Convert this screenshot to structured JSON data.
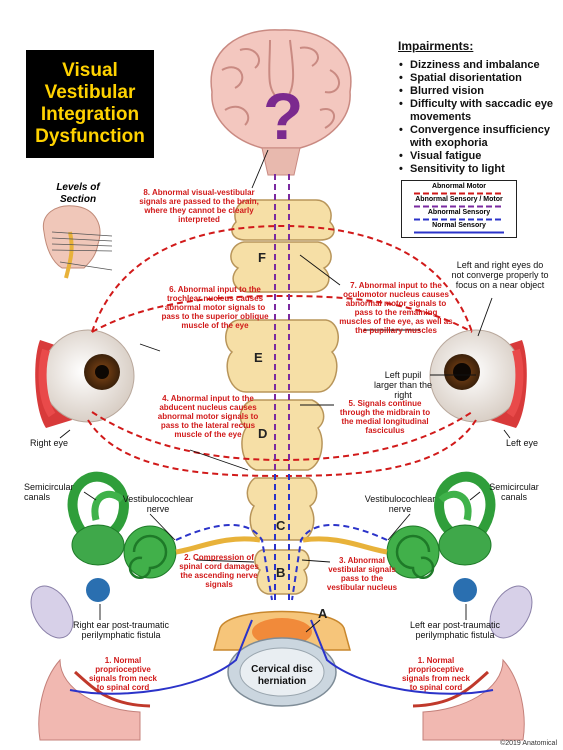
{
  "title": [
    "Visual",
    "Vestibular",
    "Integration",
    "Dysfunction"
  ],
  "impairments": {
    "heading": "Impairments:",
    "items": [
      "Dizziness and imbalance",
      "Spatial disorientation",
      "Blurred vision",
      "Difficulty with saccadic eye movements",
      "Convergence insufficiency with exophoria",
      "Visual fatigue",
      "Sensitivity to light"
    ]
  },
  "legend": [
    "Abnormal Motor",
    "Abnormal Sensory / Motor",
    "Abnormal Sensory",
    "Normal Sensory"
  ],
  "colors": {
    "abnormal": "#d11a1a",
    "sensory_motor": "#7a2aa0",
    "sensory": "#2b33c9",
    "title_text": "#ffd200"
  },
  "levels_of_section": "Levels of Section",
  "question_mark": "?",
  "levels": [
    "F",
    "E",
    "D",
    "C",
    "B",
    "A"
  ],
  "notes": {
    "n1_left": "1. Normal proprioceptive signals from neck to spinal cord",
    "n1_right": "1. Normal proprioceptive signals from neck to spinal cord",
    "n2": "2. Compression of spinal cord damages the ascending nerve signals",
    "n3": "3. Abnormal vestibular signals pass to the vestibular nucleus",
    "n4": "4. Abnormal input to the abducent nucleus causes abnormal motor signals to pass to the lateral rectus muscle of the eye",
    "n5": "5. Signals continue through the midbrain to the medial longitudinal fasciculus",
    "n6": "6. Abnormal input to the trochlear nucleus causes abnormal motor signals to pass to the superior oblique muscle of the eye",
    "n7": "7. Abnormal input to the oculomotor nucleus causes abnormal motor signals to pass to the remaining muscles of the eye, as well as the pupillary muscles",
    "n8": "8. Abnormal visual-vestibular signals are passed to the brain, where they cannot be clearly interpreted"
  },
  "labels": {
    "right_eye": "Right eye",
    "left_eye": "Left eye",
    "eyes_converge": "Left and right eyes do not converge properly to focus on a near object",
    "pupil": "Left pupil larger than the right",
    "semi_left": "Semicircular canals",
    "semi_right": "Semicircular canals",
    "vest_left": "Vestibulocochlear nerve",
    "vest_right": "Vestibulocochlear nerve",
    "fistula_right": "Right ear post-traumatic perilymphatic fistula",
    "fistula_left": "Left ear post-traumatic perilymphatic fistula",
    "disc": "Cervical disc herniation"
  },
  "copyright": "©2019 Anatomical"
}
